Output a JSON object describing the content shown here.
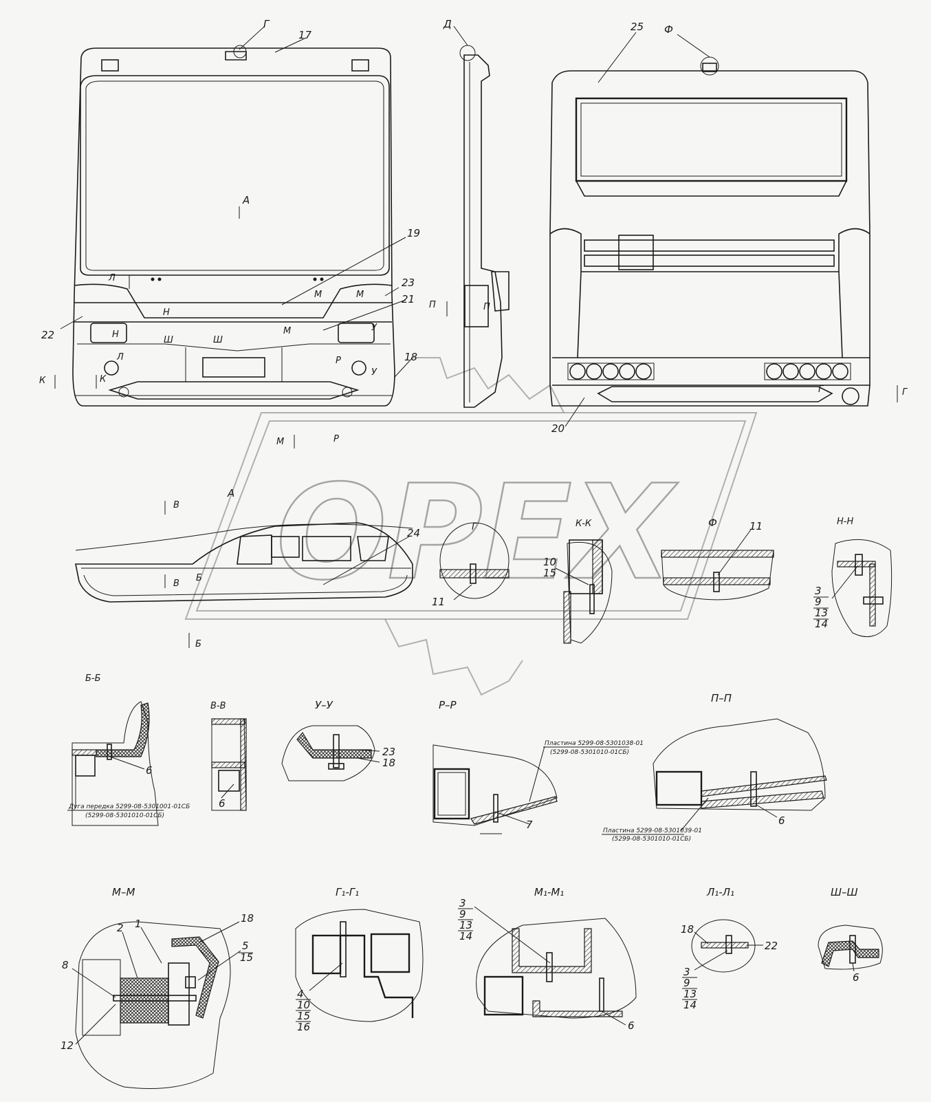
{
  "watermark": "OPEX",
  "callouts": {
    "n17": "17",
    "n19": "19",
    "n21": "21",
    "n22": "22",
    "n23": "23",
    "n18": "18",
    "n25": "25",
    "n20": "20",
    "n24": "24",
    "n11a": "11",
    "n11b": "11",
    "n10": "10",
    "n15": "15",
    "n6_bb": "6",
    "n6_vv": "6",
    "n23_uu": "23",
    "n18_uu": "18",
    "n7": "7",
    "n6_pp": "6",
    "n8": "8",
    "n2": "2",
    "n1": "1",
    "n18_mm": "18",
    "n5": "5",
    "n15_mm": "15",
    "n12": "12",
    "n6_m1": "6",
    "n18_l1": "18",
    "n22_l1": "22",
    "n6_sh": "6"
  },
  "view_markers": {
    "g": "Г",
    "d": "Д",
    "f": "Ф",
    "a": "А",
    "l": "Л",
    "n": "Н",
    "m": "М",
    "m1": "М",
    "sh": "Ш",
    "l1": "Л",
    "r": "Р",
    "u": "У",
    "k": "К",
    "p": "П",
    "g1": "Г",
    "v": "В",
    "b": "Б"
  },
  "section_titles": {
    "a": "А",
    "g": "Г",
    "kk": "К-К",
    "f": "Ф",
    "nn": "Н-Н",
    "bb": "Б-Б",
    "vv": "В-В",
    "uu": "У–У",
    "rr": "Р–Р",
    "pp": "П–П",
    "mm": "М–М",
    "g1g1": "Г₁-Г₁",
    "m1m1": "М₁-М₁",
    "l1l1": "Л₁-Л₁",
    "shsh": "Ш–Ш"
  },
  "stacked_refs": {
    "nn": [
      "3",
      "9",
      "13",
      "14"
    ],
    "g1g1": [
      "4",
      "10",
      "15",
      "16"
    ],
    "m1m1": [
      "3",
      "9",
      "13",
      "14"
    ],
    "l1l1": [
      "3",
      "9",
      "13",
      "14"
    ]
  },
  "notes": {
    "bb_1": "Дуга передка 5299-08-5301001-01СБ",
    "bb_2": "(5299-08-5301010-01СБ)",
    "rr_1": "Пластина 5299-08-5301038-01",
    "rr_2": "(5299-08-5301010-01СБ)",
    "pp_1": "Пластина 5299-08-5301039-01",
    "pp_2": "(5299-08-5301010-01СБ)"
  }
}
